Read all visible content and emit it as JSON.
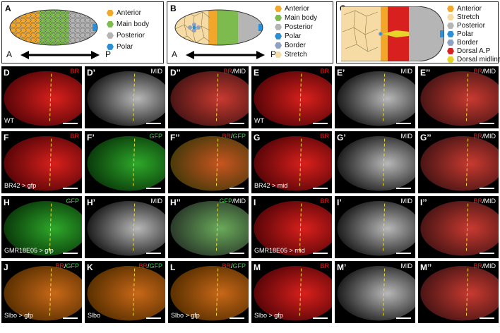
{
  "schematics": {
    "A": {
      "label": "A",
      "legend": [
        "Anterior",
        "Main body",
        "Posterior",
        "Polar"
      ],
      "axis_left": "A",
      "axis_right": "P"
    },
    "B": {
      "label": "B",
      "legend": [
        "Anterior",
        "Main body",
        "Posterior",
        "Polar",
        "Border",
        "Stretch"
      ],
      "axis_left": "A",
      "axis_right": "P"
    },
    "C": {
      "label": "C",
      "legend": [
        "Anterior",
        "Stretch",
        "Posterior",
        "Polar",
        "Border",
        "Dorsal A.P",
        "Dorsal midline"
      ]
    }
  },
  "legend_colors": {
    "Anterior": "#f2a72b",
    "Main body": "#7dbb4e",
    "Posterior": "#b5b5b5",
    "Polar": "#2b8fd8",
    "Border": "#8fa0c0",
    "Stretch": "#f6dca4",
    "Dorsal A.P": "#d8211f",
    "Dorsal midline": "#e6d42a"
  },
  "panels": [
    {
      "id": "D",
      "label": "D",
      "ch1": "BR",
      "ch2": "",
      "genotype": "WT"
    },
    {
      "id": "D1",
      "label": "D’",
      "ch1": "",
      "ch2": "MID",
      "genotype": ""
    },
    {
      "id": "D2",
      "label": "D’’",
      "ch1": "BR",
      "ch2": "MID",
      "genotype": ""
    },
    {
      "id": "E",
      "label": "E",
      "ch1": "BR",
      "ch2": "",
      "genotype": "WT"
    },
    {
      "id": "E1",
      "label": "E’",
      "ch1": "",
      "ch2": "MID",
      "genotype": ""
    },
    {
      "id": "E2",
      "label": "E’’",
      "ch1": "BR",
      "ch2": "MID",
      "genotype": ""
    },
    {
      "id": "F",
      "label": "F",
      "ch1": "BR",
      "ch2": "",
      "genotype": "BR42 > gfp"
    },
    {
      "id": "F1",
      "label": "F’",
      "ch1": "",
      "ch2": "GFP",
      "genotype": ""
    },
    {
      "id": "F2",
      "label": "F’’",
      "ch1": "BR",
      "ch2": "GFP",
      "genotype": ""
    },
    {
      "id": "G",
      "label": "G",
      "ch1": "BR",
      "ch2": "",
      "genotype": "BR42 > mid"
    },
    {
      "id": "G1",
      "label": "G’",
      "ch1": "",
      "ch2": "MID",
      "genotype": ""
    },
    {
      "id": "G2",
      "label": "G’’",
      "ch1": "BR",
      "ch2": "MID",
      "genotype": ""
    },
    {
      "id": "H",
      "label": "H",
      "ch1": "",
      "ch2": "GFP",
      "genotype": "GMR18E05 > gfp"
    },
    {
      "id": "H1",
      "label": "H’",
      "ch1": "",
      "ch2": "MID",
      "genotype": ""
    },
    {
      "id": "H2",
      "label": "H’’",
      "ch1": "GFP",
      "ch2": "MID",
      "genotype": ""
    },
    {
      "id": "I",
      "label": "I",
      "ch1": "BR",
      "ch2": "",
      "genotype": "GMR18E05 > mid"
    },
    {
      "id": "I1",
      "label": "I’",
      "ch1": "",
      "ch2": "MID",
      "genotype": ""
    },
    {
      "id": "I2",
      "label": "I’’",
      "ch1": "BR",
      "ch2": "MID",
      "genotype": ""
    },
    {
      "id": "J",
      "label": "J",
      "ch1": "BR",
      "ch2": "GFP",
      "genotype": ""
    },
    {
      "id": "K",
      "label": "K",
      "ch1": "BR",
      "ch2": "GFP",
      "genotype": ""
    },
    {
      "id": "L",
      "label": "L",
      "ch1": "BR",
      "ch2": "GFP",
      "genotype": ""
    },
    {
      "id": "M",
      "label": "M",
      "ch1": "BR",
      "ch2": "",
      "genotype": ""
    },
    {
      "id": "M1",
      "label": "M’",
      "ch1": "",
      "ch2": "MID",
      "genotype": ""
    },
    {
      "id": "M2",
      "label": "M’’",
      "ch1": "BR",
      "ch2": "MID",
      "genotype": ""
    }
  ],
  "bottom_captions": {
    "J": "Slbo > gfp",
    "K": "Slbo",
    "L": "Slbo > gfp",
    "M": "Slbo > gfp"
  },
  "separator": "/"
}
